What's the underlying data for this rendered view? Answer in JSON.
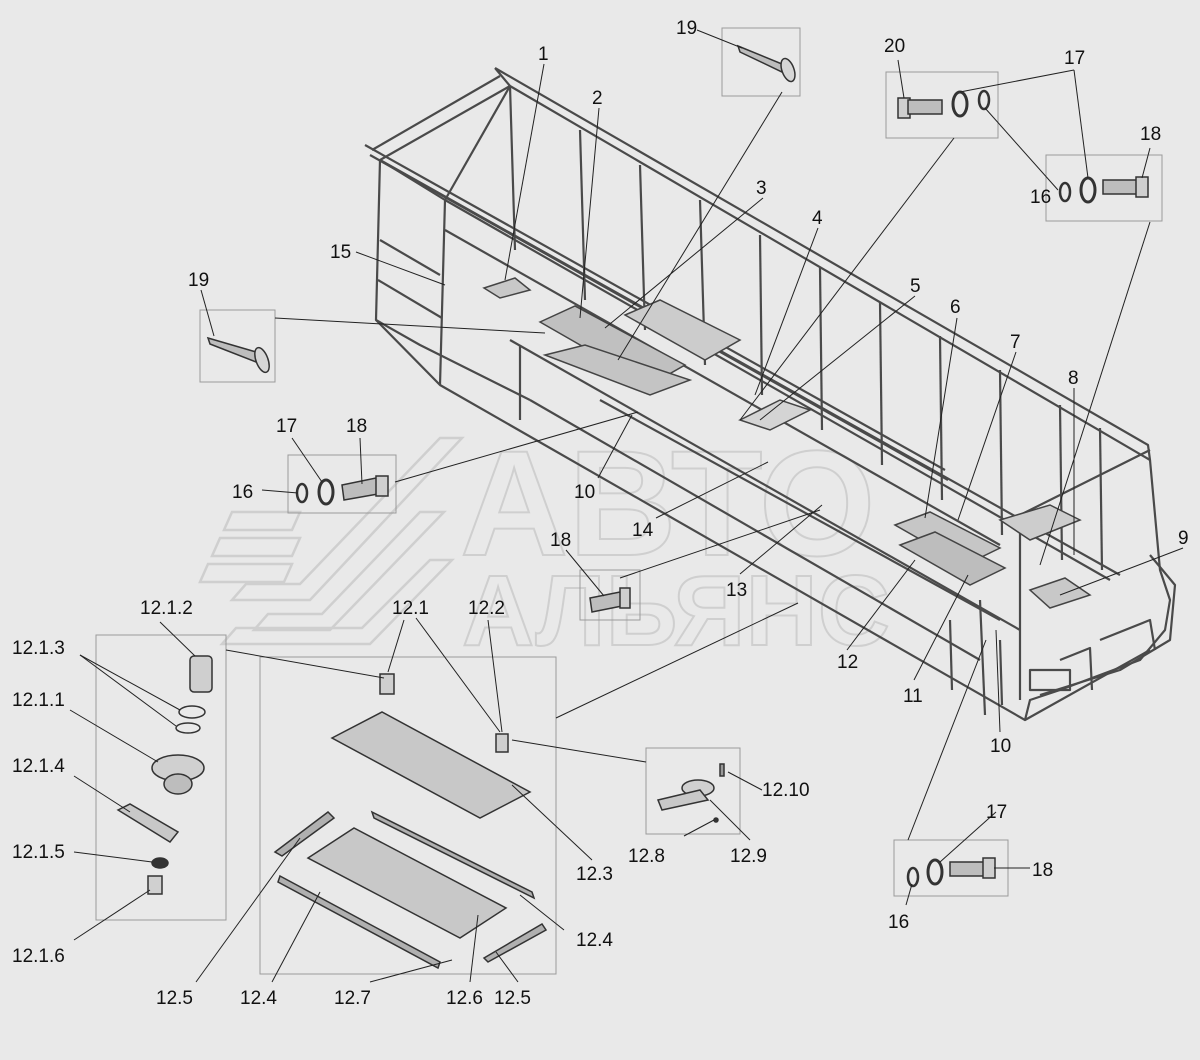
{
  "watermark": {
    "line1": "АВТО",
    "line2": "АЛЬЯНС"
  },
  "labels": {
    "l1": "1",
    "l2": "2",
    "l3": "3",
    "l4": "4",
    "l5": "5",
    "l6": "6",
    "l7": "7",
    "l8": "8",
    "l9": "9",
    "l10a": "10",
    "l10b": "10",
    "l11": "11",
    "l12": "12",
    "l13": "13",
    "l14": "14",
    "l15": "15",
    "l16a": "16",
    "l16b": "16",
    "l16c": "16",
    "l17a": "17",
    "l17b": "17",
    "l17c": "17",
    "l18a": "18",
    "l18b": "18",
    "l18c": "18",
    "l18d": "18",
    "l19a": "19",
    "l19b": "19",
    "l20": "20",
    "l12_1": "12.1",
    "l12_1_1": "12.1.1",
    "l12_1_2": "12.1.2",
    "l12_1_3": "12.1.3",
    "l12_1_4": "12.1.4",
    "l12_1_5": "12.1.5",
    "l12_1_6": "12.1.6",
    "l12_2": "12.2",
    "l12_3": "12.3",
    "l12_4a": "12.4",
    "l12_4b": "12.4",
    "l12_5a": "12.5",
    "l12_5b": "12.5",
    "l12_6": "12.6",
    "l12_7": "12.7",
    "l12_8": "12.8",
    "l12_9": "12.9",
    "l12_10": "12.10"
  }
}
